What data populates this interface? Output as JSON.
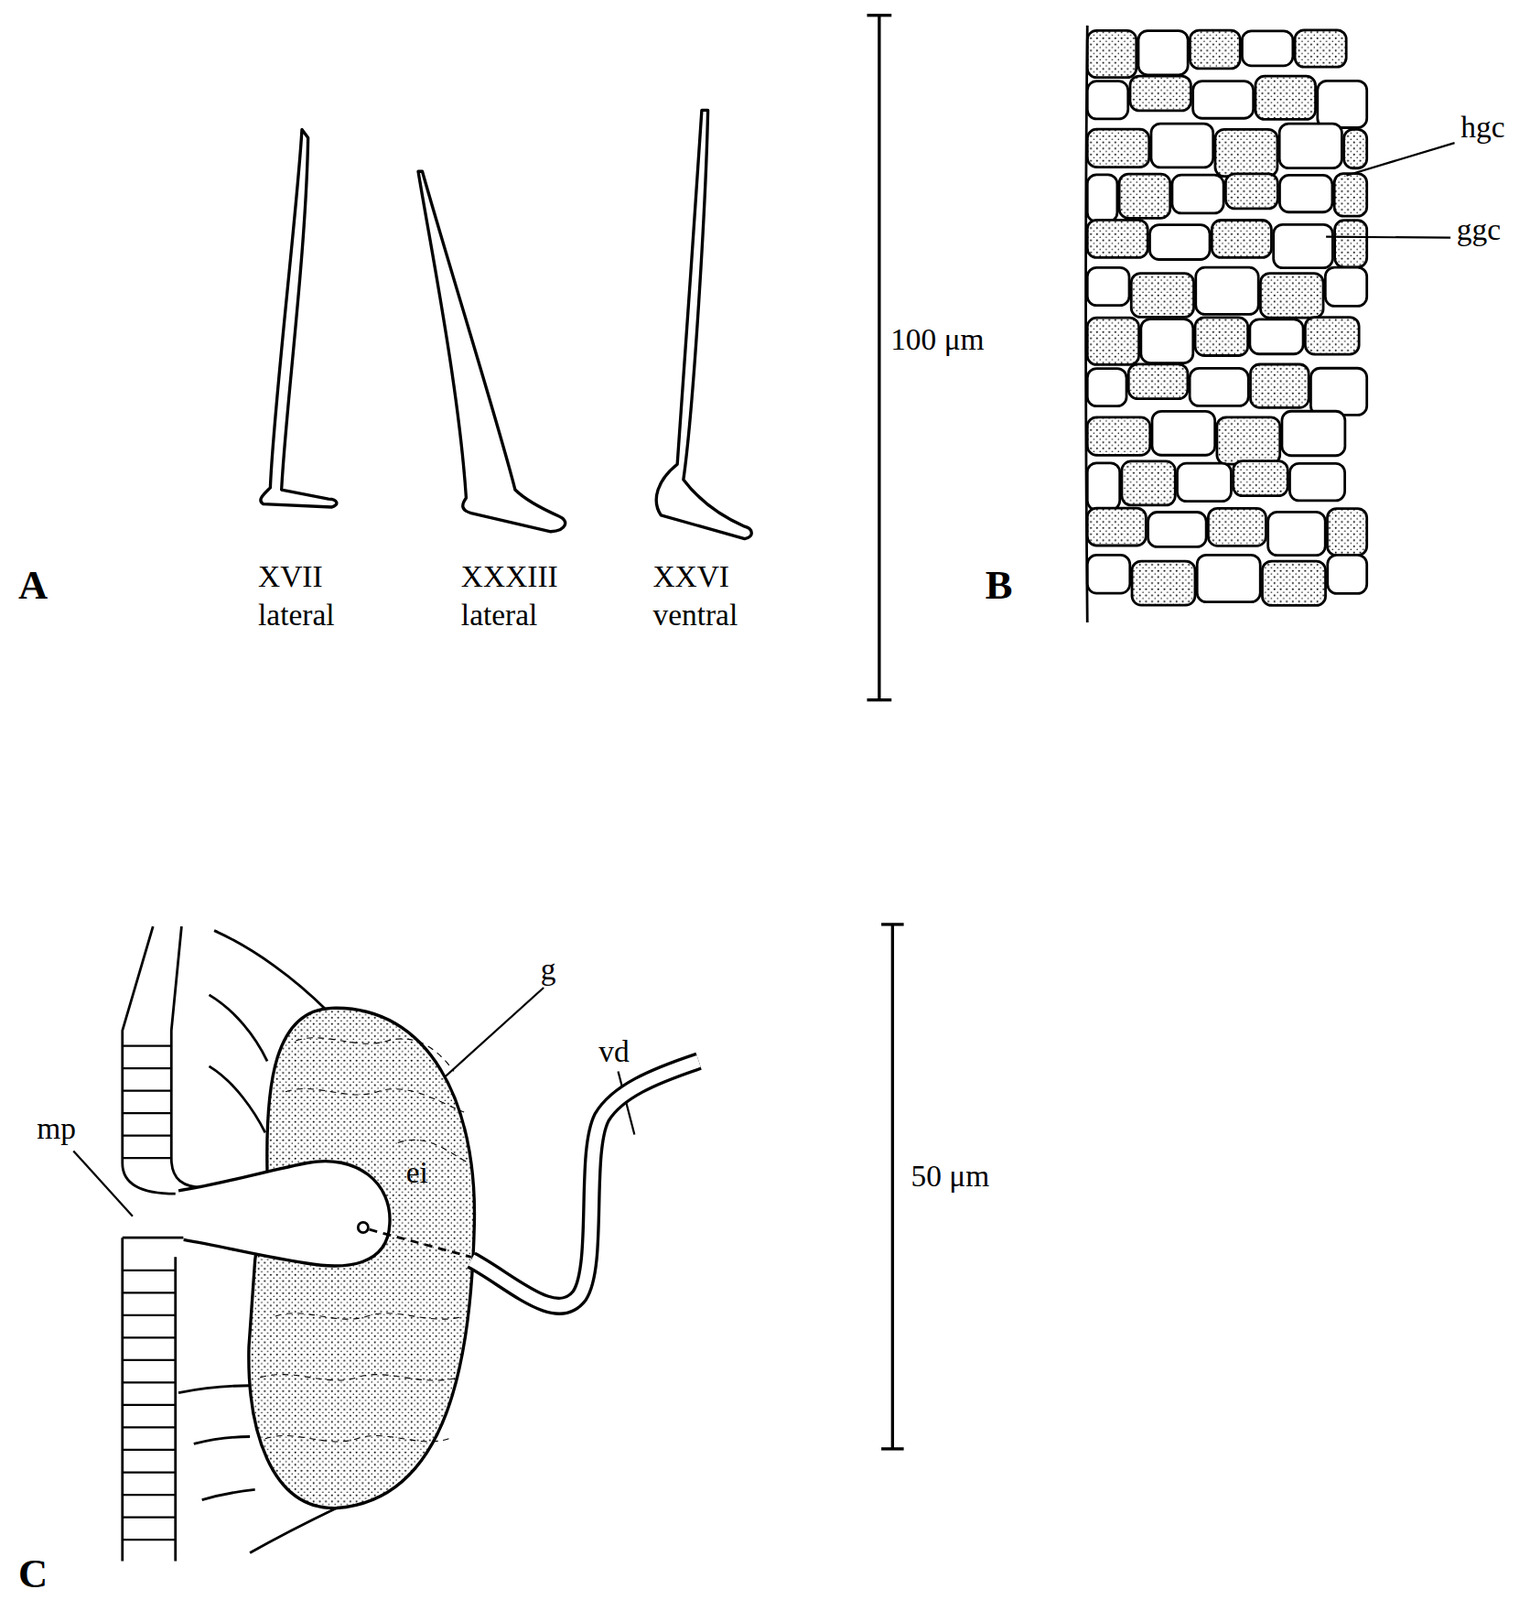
{
  "diagram": {
    "labels": [
      "A",
      "XVII lateral",
      "XXXIII lateral",
      "XXVI ventral",
      "100 μm",
      "B",
      "hgc",
      "ggc",
      "mp",
      "g",
      "vd",
      "ei",
      "50 μm",
      "C"
    ]
  }
}
